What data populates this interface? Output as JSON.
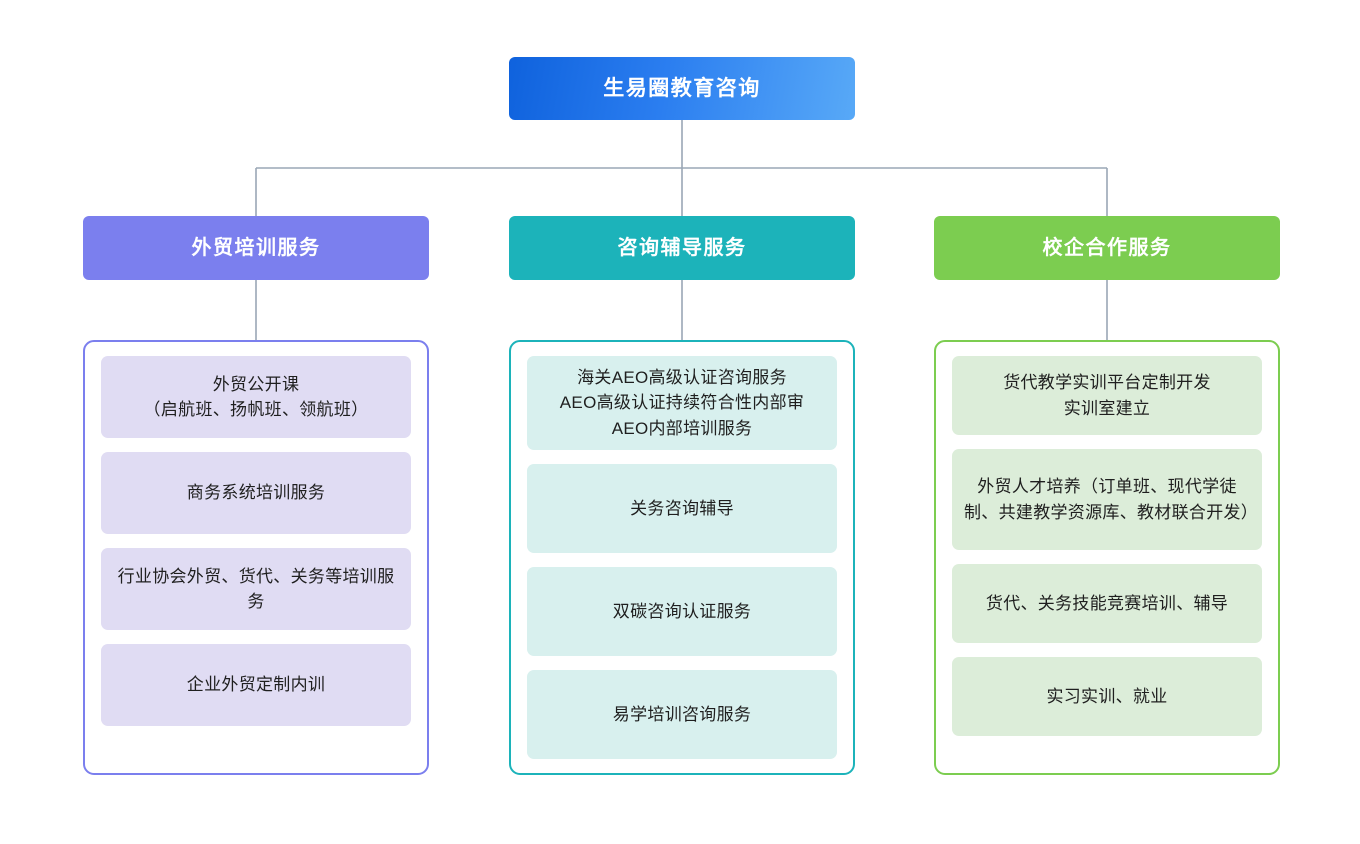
{
  "diagram": {
    "type": "organizational-tree",
    "orientation": "top-down",
    "levels": 3,
    "background_color": "#ffffff",
    "connector_color": "#9aa7b5"
  },
  "root": {
    "label": "生易圈教育咨询",
    "color_start": "#0f62dd",
    "color_end": "#58a9f7",
    "text_color": "#ffffff"
  },
  "branches": [
    {
      "header": "外贸培训服务",
      "accent_color": "#7b7fee",
      "item_color": "#e0dcf3",
      "items": [
        {
          "label": "外贸公开课\n（启航班、扬帆班、领航班）"
        },
        {
          "label": "商务系统培训服务"
        },
        {
          "label": "行业协会外贸、货代、关务等培训服务"
        },
        {
          "label": "企业外贸定制内训"
        }
      ]
    },
    {
      "header": "咨询辅导服务",
      "accent_color": "#1cb3ba",
      "item_color": "#d8f0ee",
      "items": [
        {
          "label": "海关AEO高级认证咨询服务\nAEO高级认证持续符合性内部审\nAEO内部培训服务"
        },
        {
          "label": "关务咨询辅导"
        },
        {
          "label": "双碳咨询认证服务"
        },
        {
          "label": "易学培训咨询服务"
        }
      ]
    },
    {
      "header": "校企合作服务",
      "accent_color": "#7ccd50",
      "item_color": "#dcedd9",
      "items": [
        {
          "label": "货代教学实训平台定制开发\n实训室建立"
        },
        {
          "label": "外贸人才培养（订单班、现代学徒制、共建教学资源库、教材联合开发）"
        },
        {
          "label": "货代、关务技能竞赛培训、辅导"
        },
        {
          "label": "实习实训、就业"
        }
      ]
    }
  ]
}
